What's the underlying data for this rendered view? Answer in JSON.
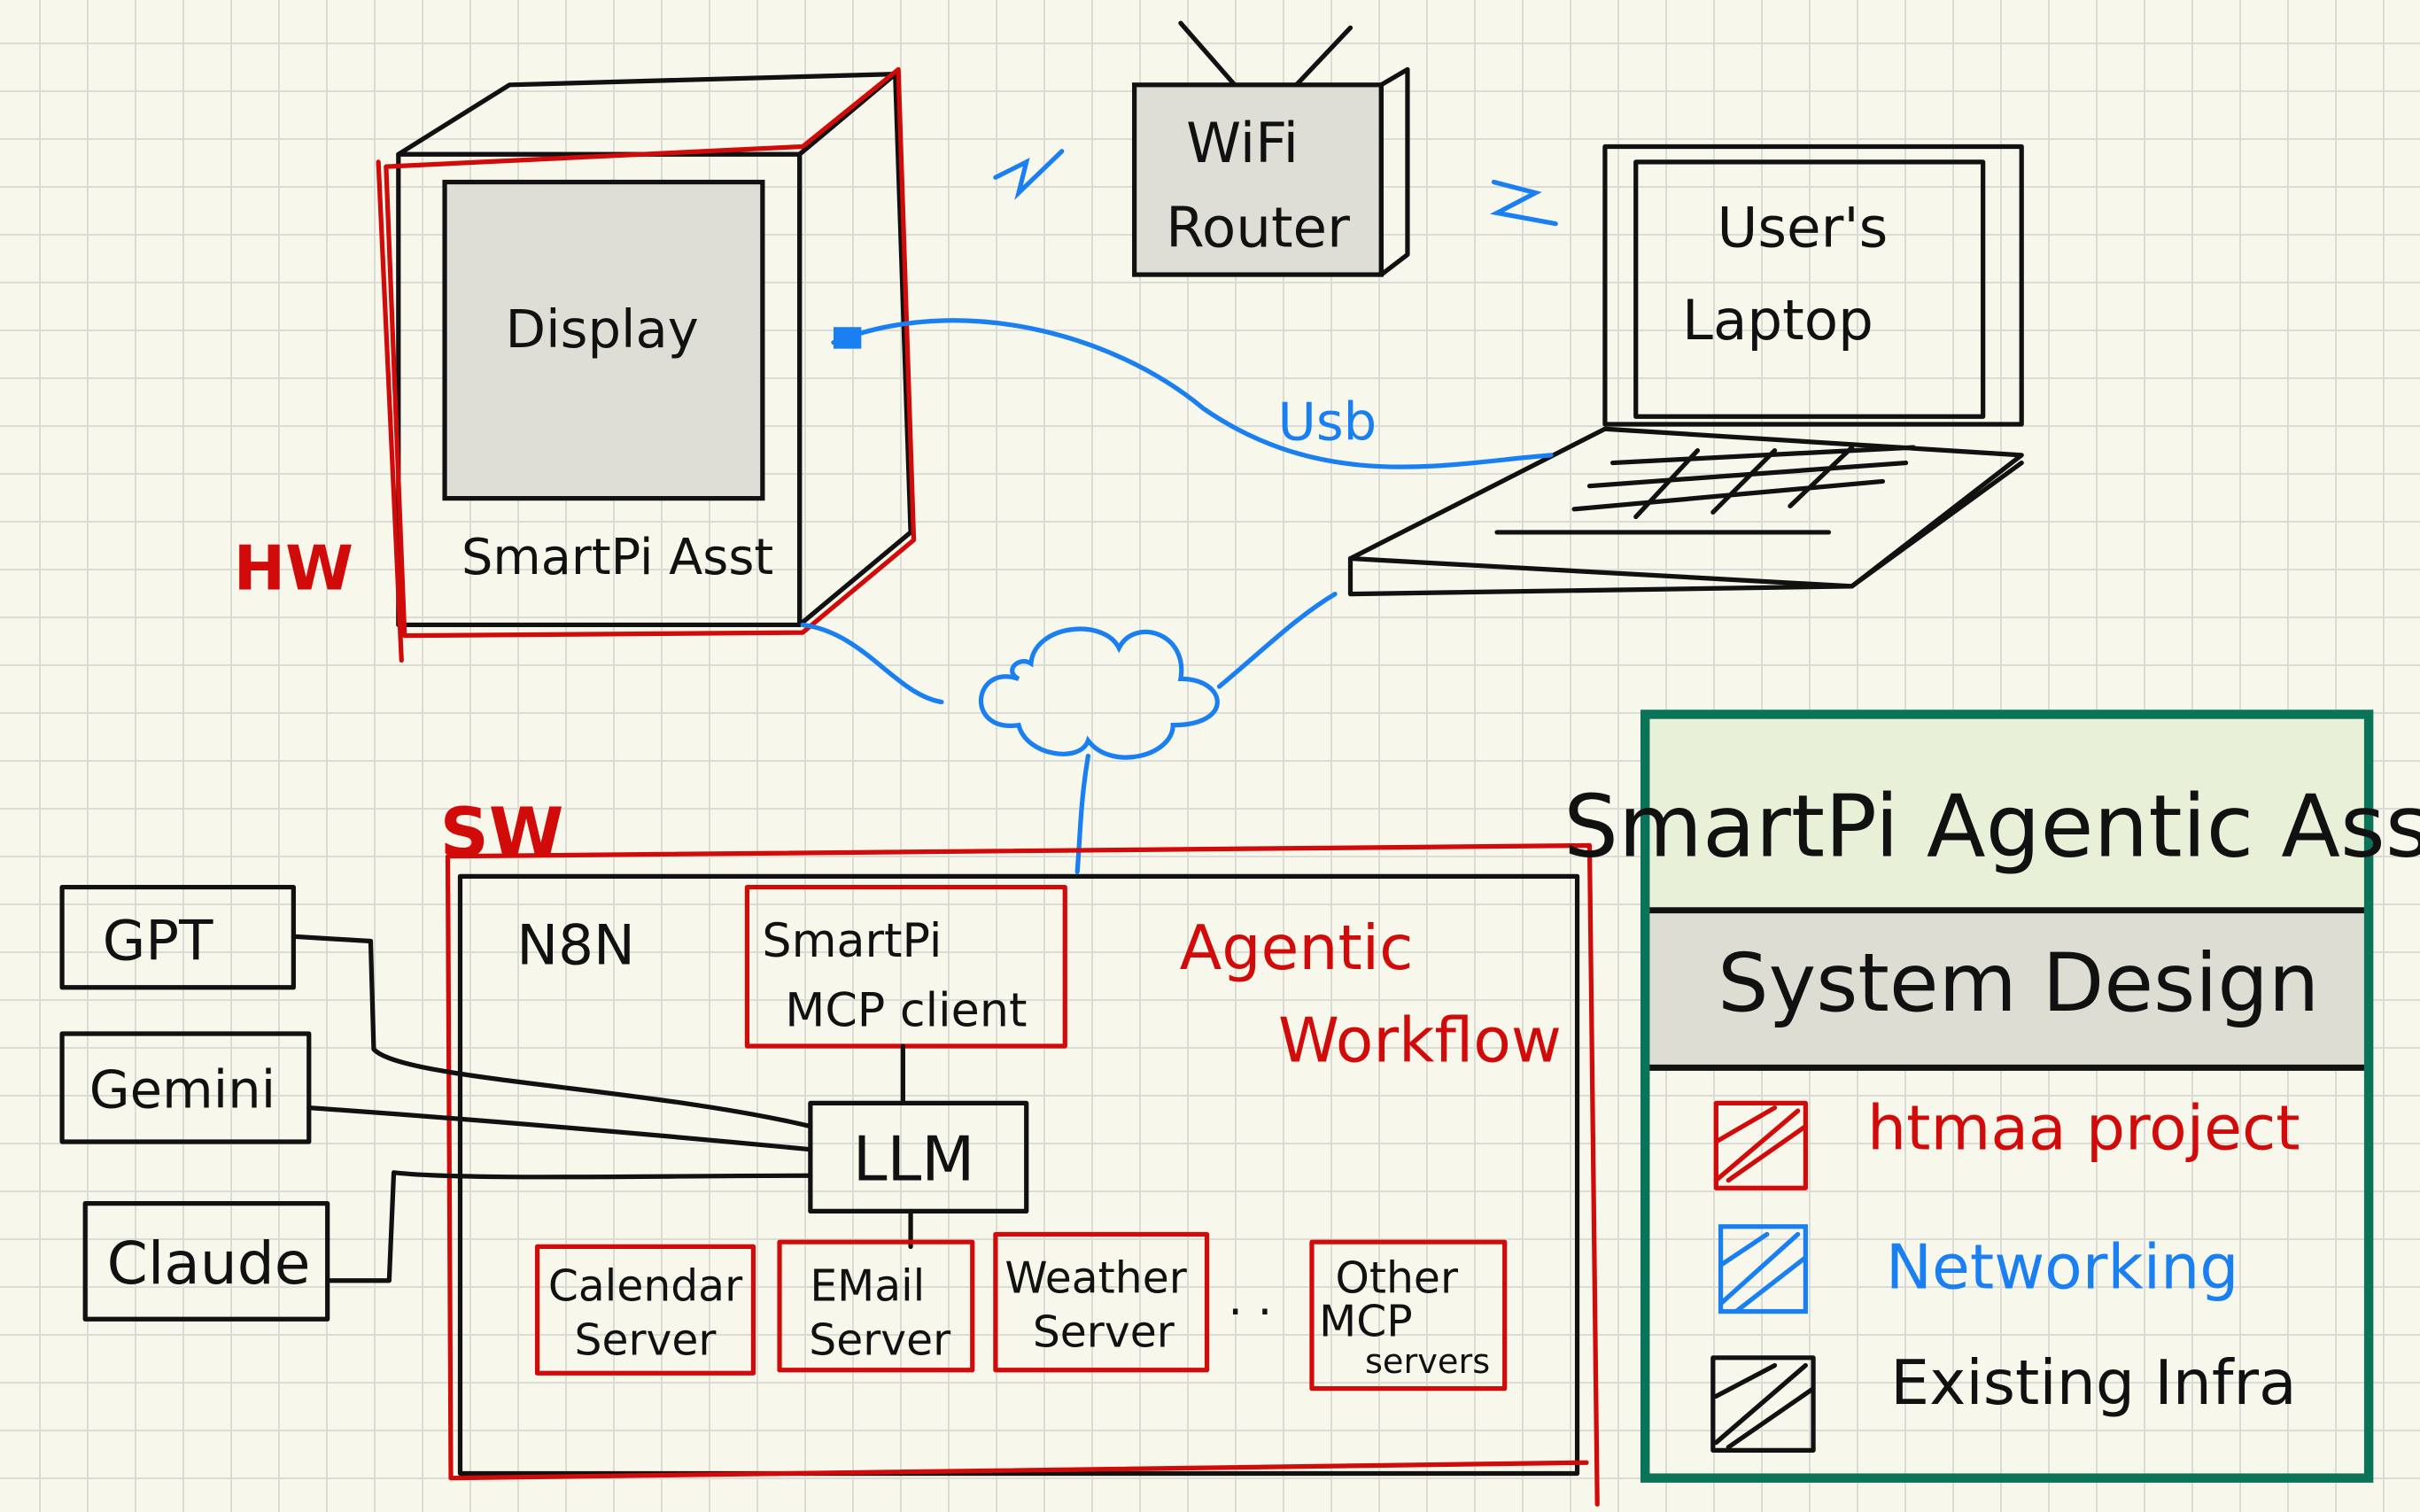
{
  "hardware": {
    "section_label": "HW",
    "device": {
      "display_label": "Display",
      "name": "SmartPi Asst"
    },
    "router": {
      "line1": "WiFi",
      "line2": "Router"
    },
    "laptop": {
      "line1": "User's",
      "line2": "Laptop"
    },
    "usb_label": "Usb"
  },
  "software": {
    "section_label": "SW",
    "platform": "N8N",
    "mcp_client": {
      "line1": "SmartPi",
      "line2": "MCP client"
    },
    "workflow": {
      "line1": "Agentic",
      "line2": "Workflow"
    },
    "llm": "LLM",
    "models": [
      "GPT",
      "Gemini",
      "Claude"
    ],
    "servers": [
      {
        "line1": "Calendar",
        "line2": "Server"
      },
      {
        "line1": "EMail",
        "line2": "Server"
      },
      {
        "line1": "Weather",
        "line2": "Server"
      },
      {
        "line1": "Other",
        "line2": "MCP",
        "line3": "servers"
      }
    ],
    "ellipsis": ". ."
  },
  "legend": {
    "title": "SmartPi Agentic Asst",
    "subtitle": "System Design",
    "items": [
      {
        "label": "htmaa project",
        "color": "#d10a0a"
      },
      {
        "label": "Networking",
        "color": "#1a7ff0"
      },
      {
        "label": "Existing Infra",
        "color": "#111111"
      }
    ]
  },
  "colors": {
    "red": "#d10a0a",
    "blue": "#1a7ff0",
    "green_border": "#0b7358",
    "header_green": "#e9f0d8",
    "header_gray": "#deddd3"
  }
}
